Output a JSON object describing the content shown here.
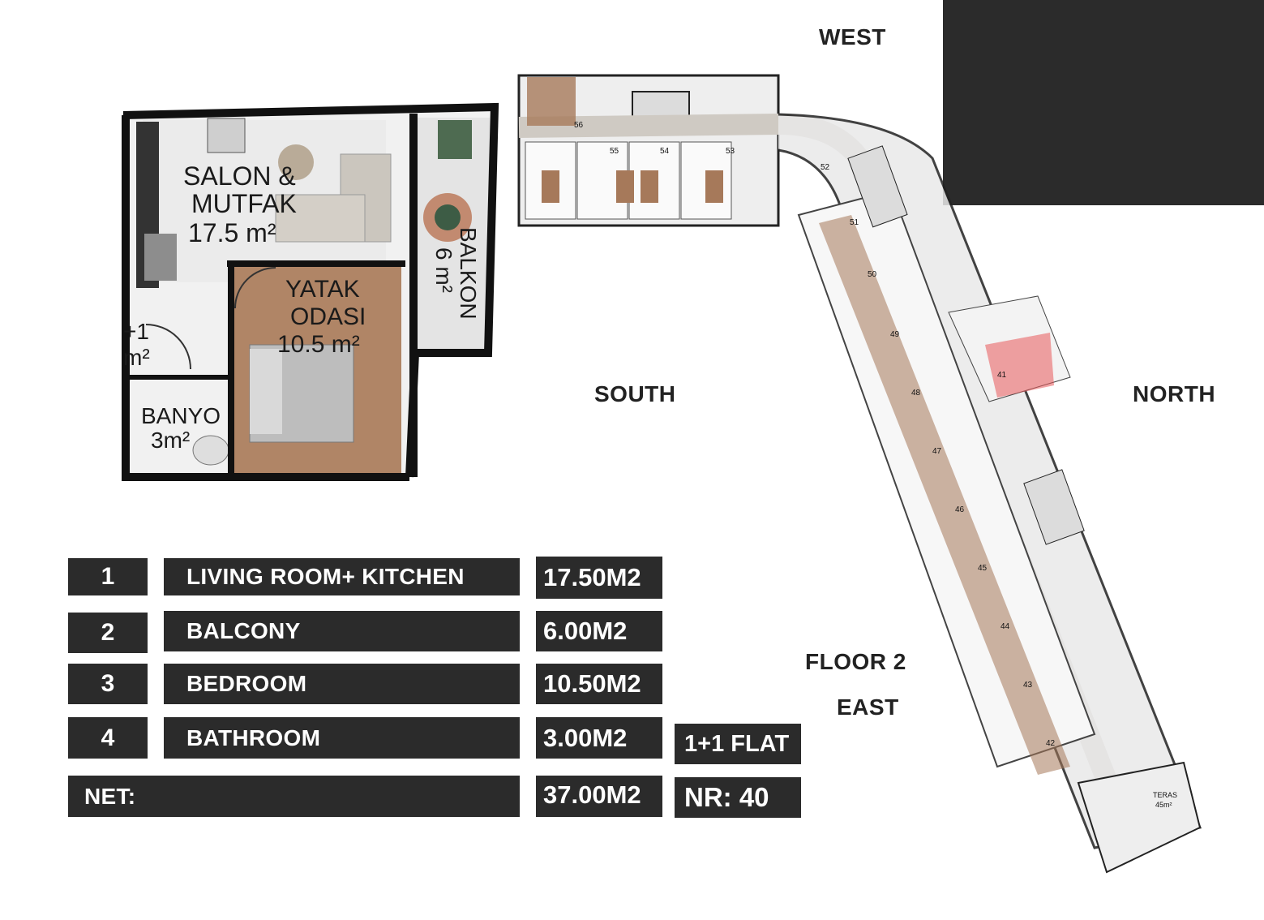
{
  "compass": {
    "west": "WEST",
    "south": "SOUTH",
    "north": "NORTH",
    "floor": "FLOOR 2",
    "east": "EAST"
  },
  "unit_plan": {
    "rooms": {
      "salon_line1": "SALON &",
      "salon_line2": "MUTFAK",
      "salon_area": "17.5 m²",
      "balkon_line1": "BALKON",
      "balkon_line2": "6 m²",
      "yatak_line1": "YATAK",
      "yatak_line2": "ODASI",
      "yatak_area": "10.5 m²",
      "antre_line1": "+1",
      "antre_line2": "m²",
      "banyo": "BANYO",
      "banyo_area": "3m²"
    }
  },
  "table": {
    "rows": [
      {
        "num": "1",
        "label": "LIVING ROOM+ KITCHEN",
        "value": "17.50M2"
      },
      {
        "num": "2",
        "label": "BALCONY",
        "value": "6.00M2"
      },
      {
        "num": "3",
        "label": "BEDROOM",
        "value": "10.50M2"
      },
      {
        "num": "4",
        "label": "BATHROOM",
        "value": "3.00M2"
      }
    ],
    "net_label": "NET:",
    "net_value": "37.00M2",
    "flat_type": "1+1 FLAT",
    "flat_number": "NR: 40"
  },
  "floor_plan": {
    "labels": {
      "unit_56": "56",
      "unit_55": "55",
      "unit_54": "54",
      "unit_53": "53",
      "unit_52": "52",
      "unit_51": "51",
      "unit_50": "50",
      "unit_49": "49",
      "unit_48": "48",
      "unit_47": "47",
      "unit_46": "46",
      "unit_45": "45",
      "unit_44": "44",
      "unit_43": "43",
      "unit_42": "42",
      "unit_41": "41",
      "teras": "TERAS",
      "teras_area": "45m²"
    }
  },
  "colors": {
    "panel": "#2b2b2b",
    "highlight": "#e8585a",
    "wall": "#111111",
    "wood": "#a6795a"
  }
}
